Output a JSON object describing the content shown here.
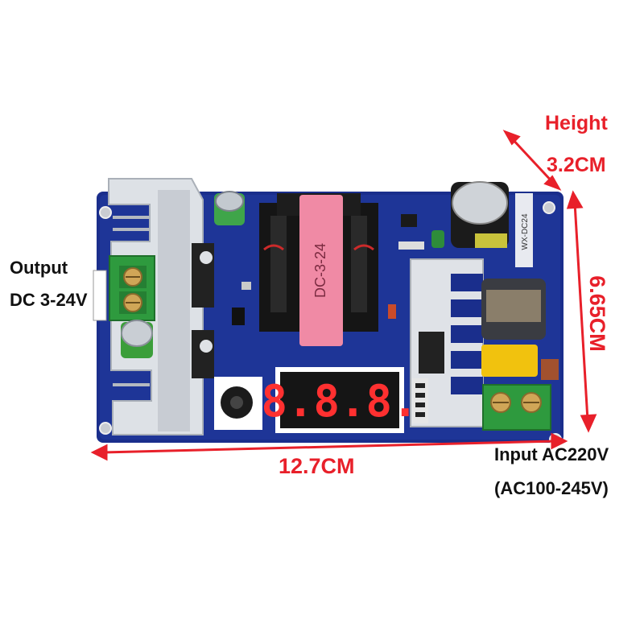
{
  "labels": {
    "output_line1": "Output",
    "output_line2": "DC 3-24V",
    "height_title": "Height",
    "height_value": "3.2CM",
    "side_dimension": "6.65CM",
    "width_dimension": "12.7CM",
    "input_line1": "Input AC220V",
    "input_line2": "(AC100-245V)"
  },
  "board": {
    "transformer_marking": "DC-3-24",
    "model_marking": "WX-DC24",
    "display_digits": "8.8.8."
  },
  "colors": {
    "pcb": "#1a2e8c",
    "dimension": "#e8202a",
    "heatsink": "#d9dde2",
    "terminal": "#2e9a3e",
    "display": "#ff3030",
    "transformer_tape": "#f08aa5"
  }
}
